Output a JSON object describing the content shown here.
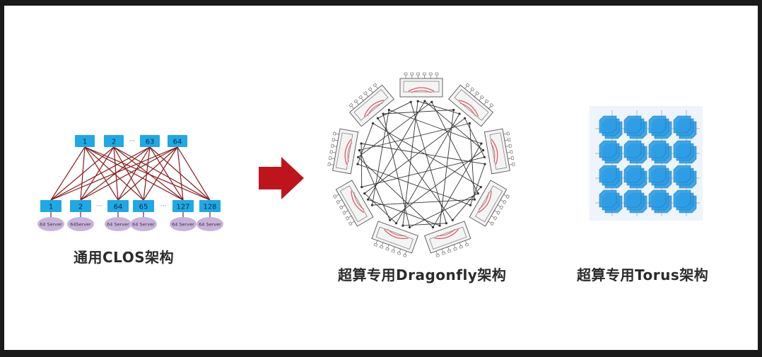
{
  "clos": {
    "caption": "通用CLOS架构",
    "spine_labels": [
      "1",
      "2",
      "63",
      "64"
    ],
    "spine_ellipsis": "···",
    "leaf_labels": [
      "1",
      "2",
      "64",
      "65",
      "127",
      "128"
    ],
    "leaf_ellipsis": "···",
    "server_labels": [
      "64 Server",
      "64Server",
      "64 Server",
      "64 Server",
      "64 Server",
      "64 Server"
    ]
  },
  "dragonfly": {
    "caption": "超算专用Dragonfly架构"
  },
  "torus": {
    "caption": "超算专用Torus架构"
  },
  "colors": {
    "switch_fill": "#1fa8e6",
    "link": "#8b1a1a",
    "server_fill": "#c9b3dc",
    "arrow": "#c0141c",
    "torus_cube": "#2d9ee6"
  }
}
